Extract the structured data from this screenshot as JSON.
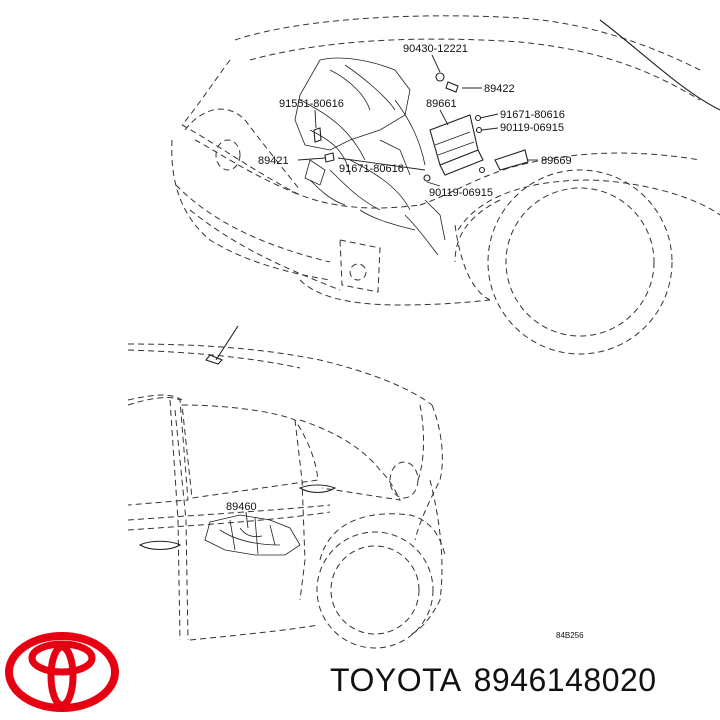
{
  "diagram": {
    "labels": [
      "90430-12221",
      "89422",
      "91551-80616",
      "89661",
      "91671-80616",
      "90119-06915",
      "89421",
      "91671-80616",
      "90119-06915",
      "89669",
      "89460"
    ],
    "figure_code": "84B256"
  },
  "caption": {
    "brand": "TOYOTA",
    "part_number": "8946148020"
  },
  "logo": {
    "name": "toyota-logo-icon",
    "color": "#e60012"
  }
}
